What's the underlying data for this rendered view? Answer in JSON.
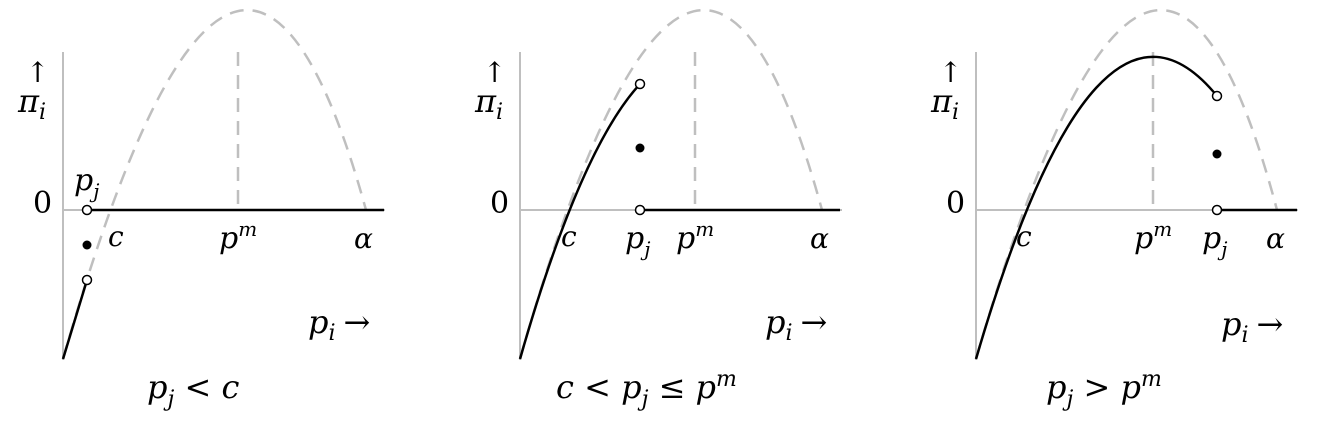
{
  "colors": {
    "axis": "#bfbfbf",
    "curve_solid": "#000000",
    "curve_dashed": "#bfbfbf",
    "dot_filled": "#000000",
    "dot_open_fill": "#ffffff"
  },
  "labels": {
    "y_arrow": "↑",
    "y_axis": "π",
    "y_axis_sub": "i",
    "zero": "0",
    "c": "c",
    "pm_base": "p",
    "pm_sup": "m",
    "alpha": "α",
    "pj_base": "p",
    "pj_sub": "j",
    "pi_base": "p",
    "pi_sub": "i",
    "x_arrow": "→"
  },
  "panels": [
    {
      "caption_parts": [
        "p",
        "j",
        " < c"
      ],
      "case": "p_j < c"
    },
    {
      "caption_parts": [
        "c < p",
        "j",
        " ≤ p",
        "m"
      ],
      "case": "c < p_j ≤ p^m"
    },
    {
      "caption_parts": [
        "p",
        "j",
        " > p",
        "m"
      ],
      "case": "p_j > p^m"
    }
  ]
}
